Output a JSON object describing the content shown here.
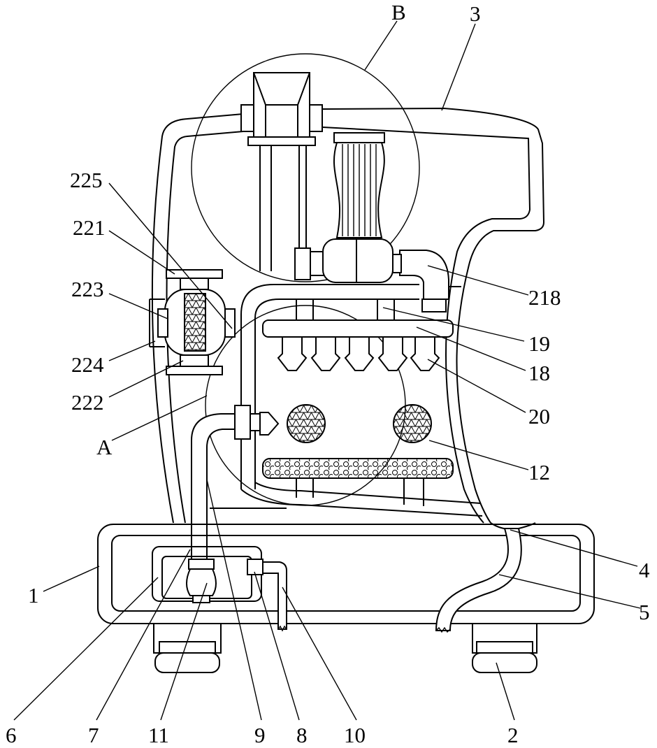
{
  "figure": {
    "labels": {
      "B": "B",
      "3": "3",
      "225": "225",
      "221": "221",
      "223": "223",
      "224": "224",
      "222": "222",
      "A": "A",
      "218": "218",
      "19": "19",
      "18": "18",
      "20": "20",
      "12": "12",
      "4": "4",
      "5": "5",
      "1": "1",
      "6": "6",
      "7": "7",
      "11": "11",
      "9": "9",
      "8": "8",
      "10": "10",
      "2": "2"
    }
  }
}
